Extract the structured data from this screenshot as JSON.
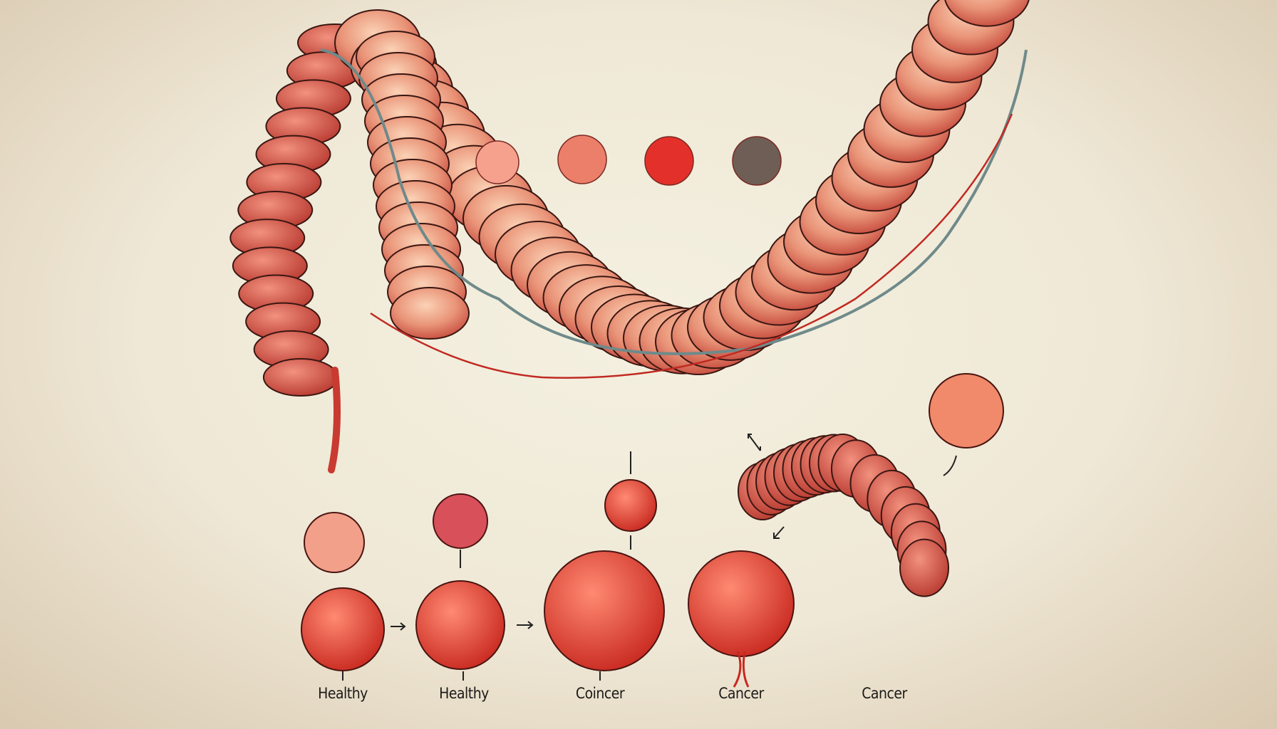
{
  "labels": [
    "Healthy",
    "Healthy",
    "Coincer",
    "Cancer",
    "Cancer"
  ],
  "colors": {
    "background": "#f1ecdc",
    "colon": "#d9584a",
    "colon_light": "#f0a889",
    "outline": "#3a1612",
    "vessel": "#6f8a8a",
    "tumor": "#e0453a",
    "dark_tumor": "#6a5a52"
  }
}
